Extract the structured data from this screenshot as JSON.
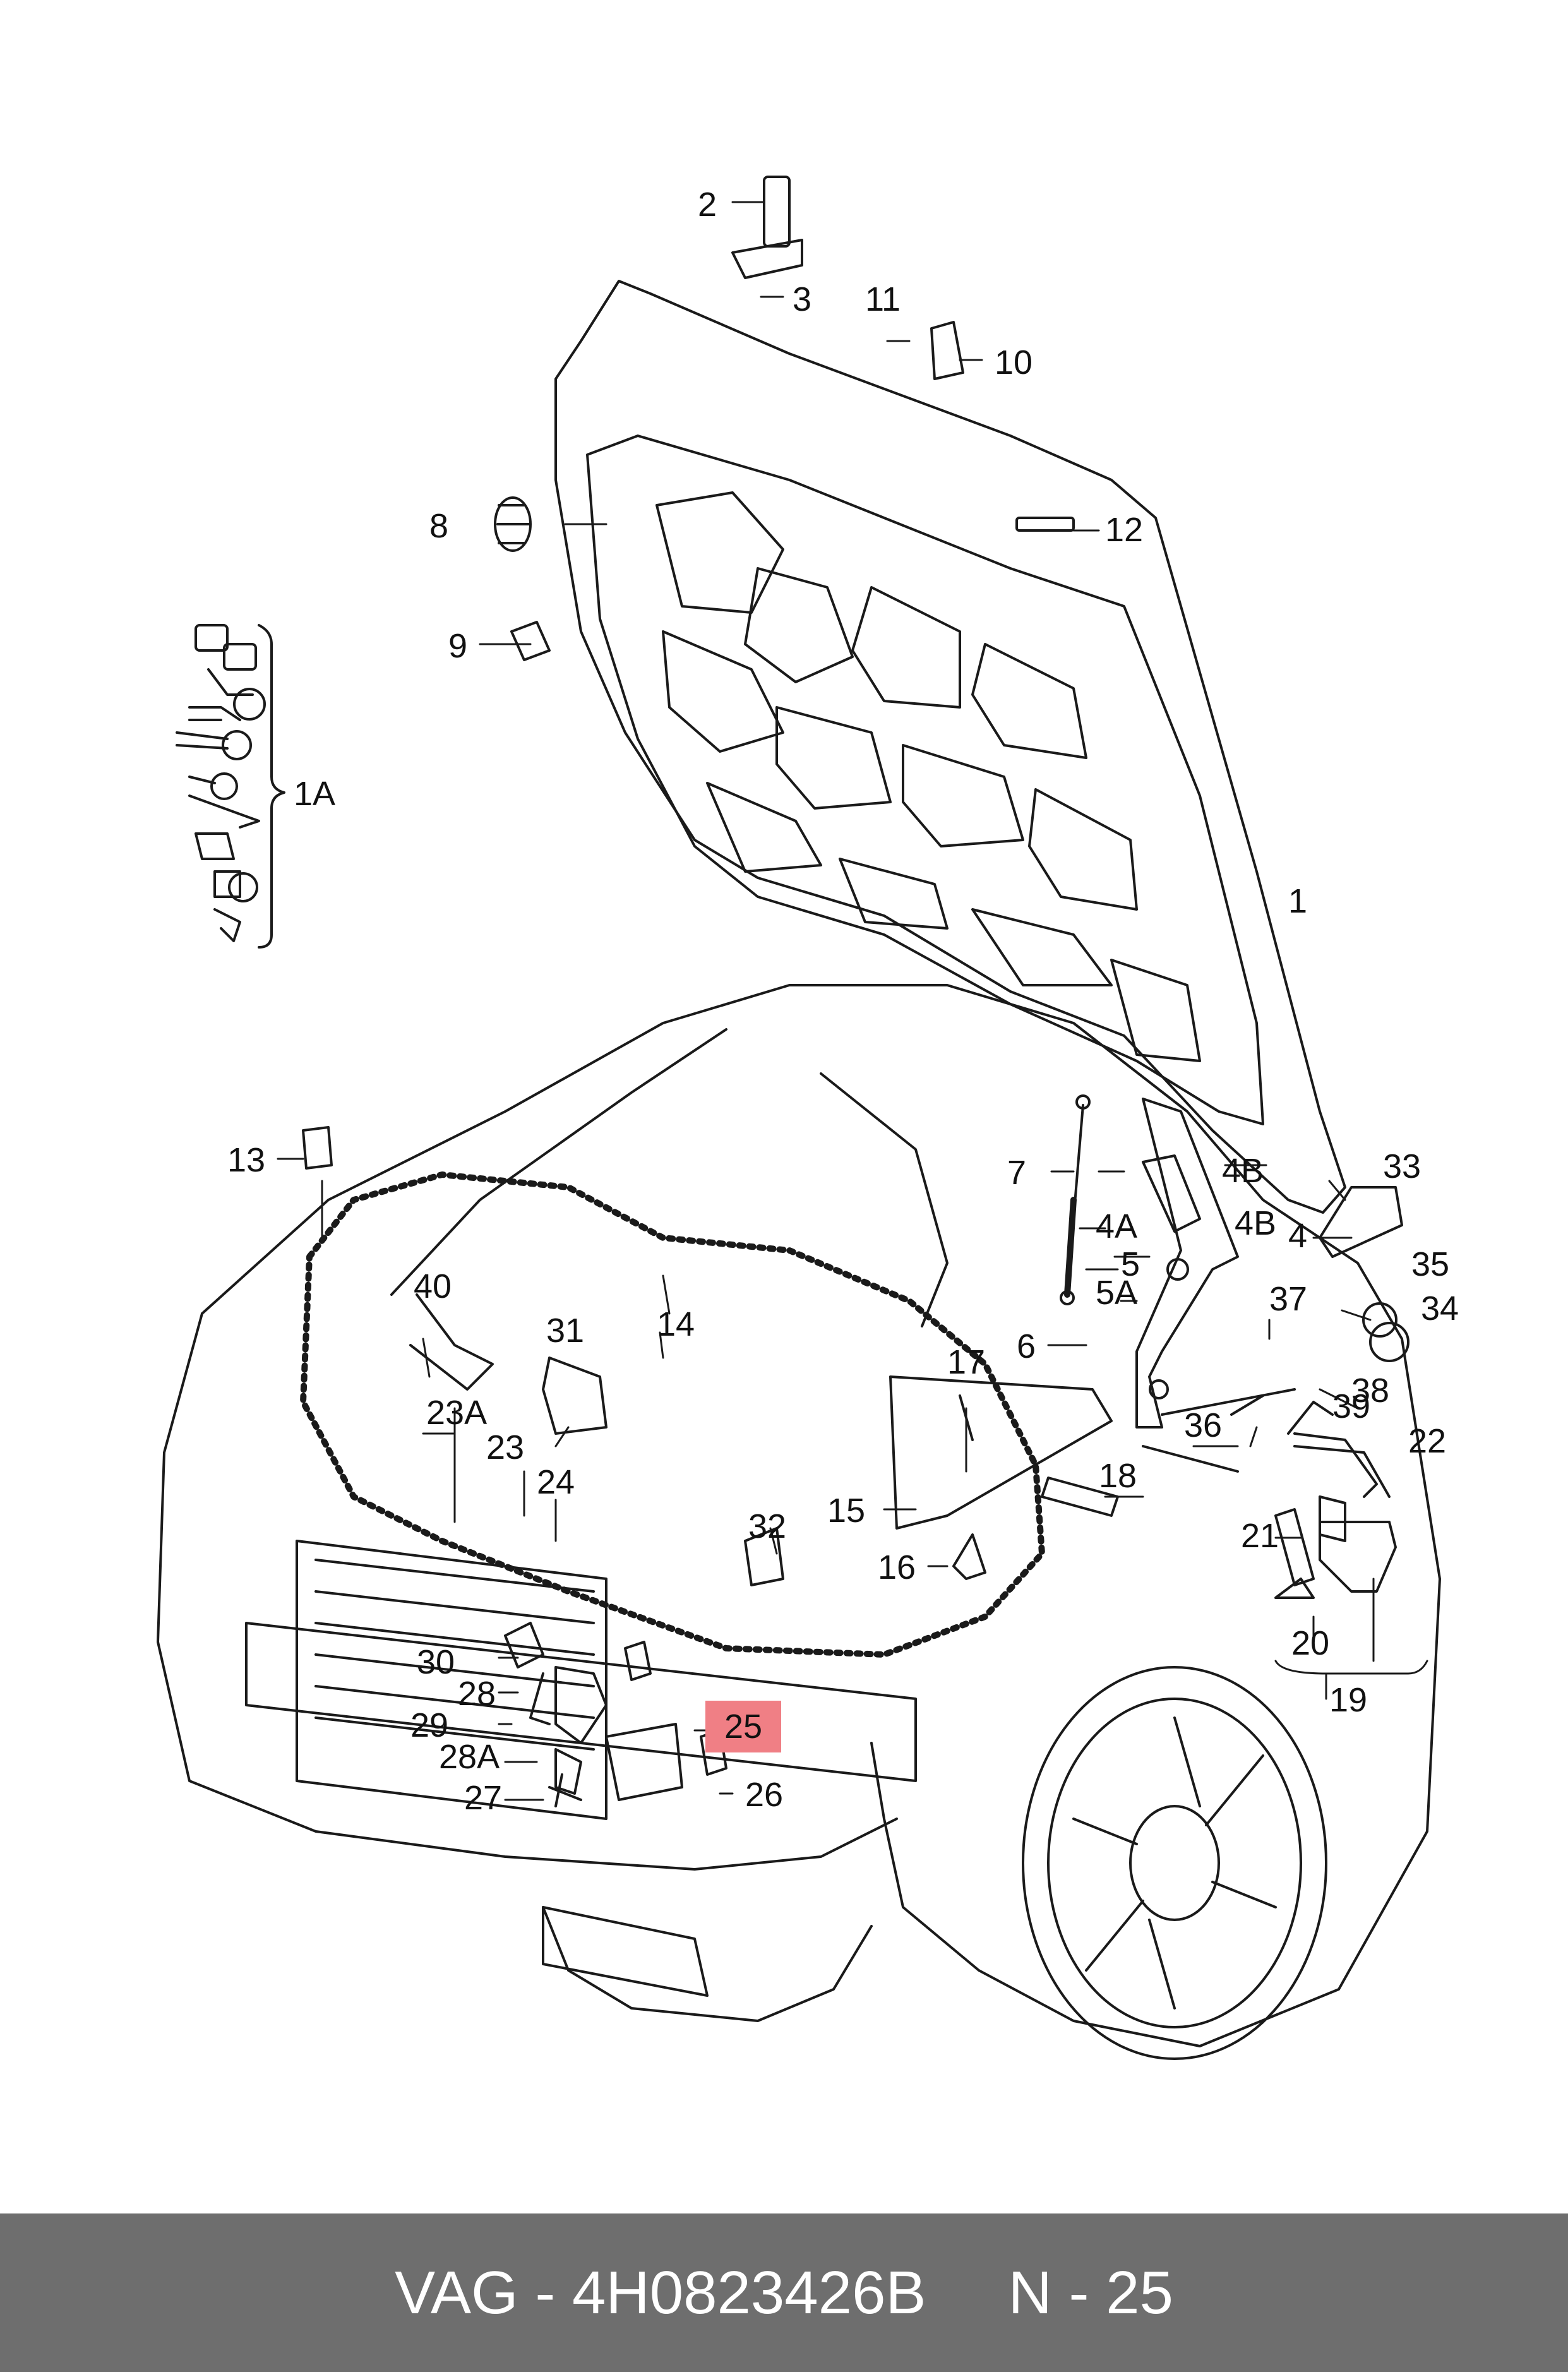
{
  "footer": {
    "brand_part": "VAG - 4H0823426B",
    "ref": "N - 25"
  },
  "highlight_color": "#f07f85",
  "callouts": {
    "c1": "1",
    "c1A": "1A",
    "c2": "2",
    "c3": "3",
    "c4": "4",
    "c4A": "4A",
    "c4B_upper": "4B",
    "c4B_lower": "4B",
    "c5": "5",
    "c5A": "5A",
    "c6": "6",
    "c7": "7",
    "c8": "8",
    "c9": "9",
    "c10": "10",
    "c11": "11",
    "c12": "12",
    "c13": "13",
    "c14": "14",
    "c15": "15",
    "c16": "16",
    "c17": "17",
    "c18": "18",
    "c19": "19",
    "c20": "20",
    "c21": "21",
    "c22": "22",
    "c23": "23",
    "c23A": "23A",
    "c24": "24",
    "c25": "25",
    "c26": "26",
    "c27": "27",
    "c28": "28",
    "c28A": "28A",
    "c29": "29",
    "c30": "30",
    "c31": "31",
    "c32": "32",
    "c33": "33",
    "c34": "34",
    "c35": "35",
    "c36": "36",
    "c37": "37",
    "c38": "38",
    "c39": "39",
    "c40": "40"
  }
}
